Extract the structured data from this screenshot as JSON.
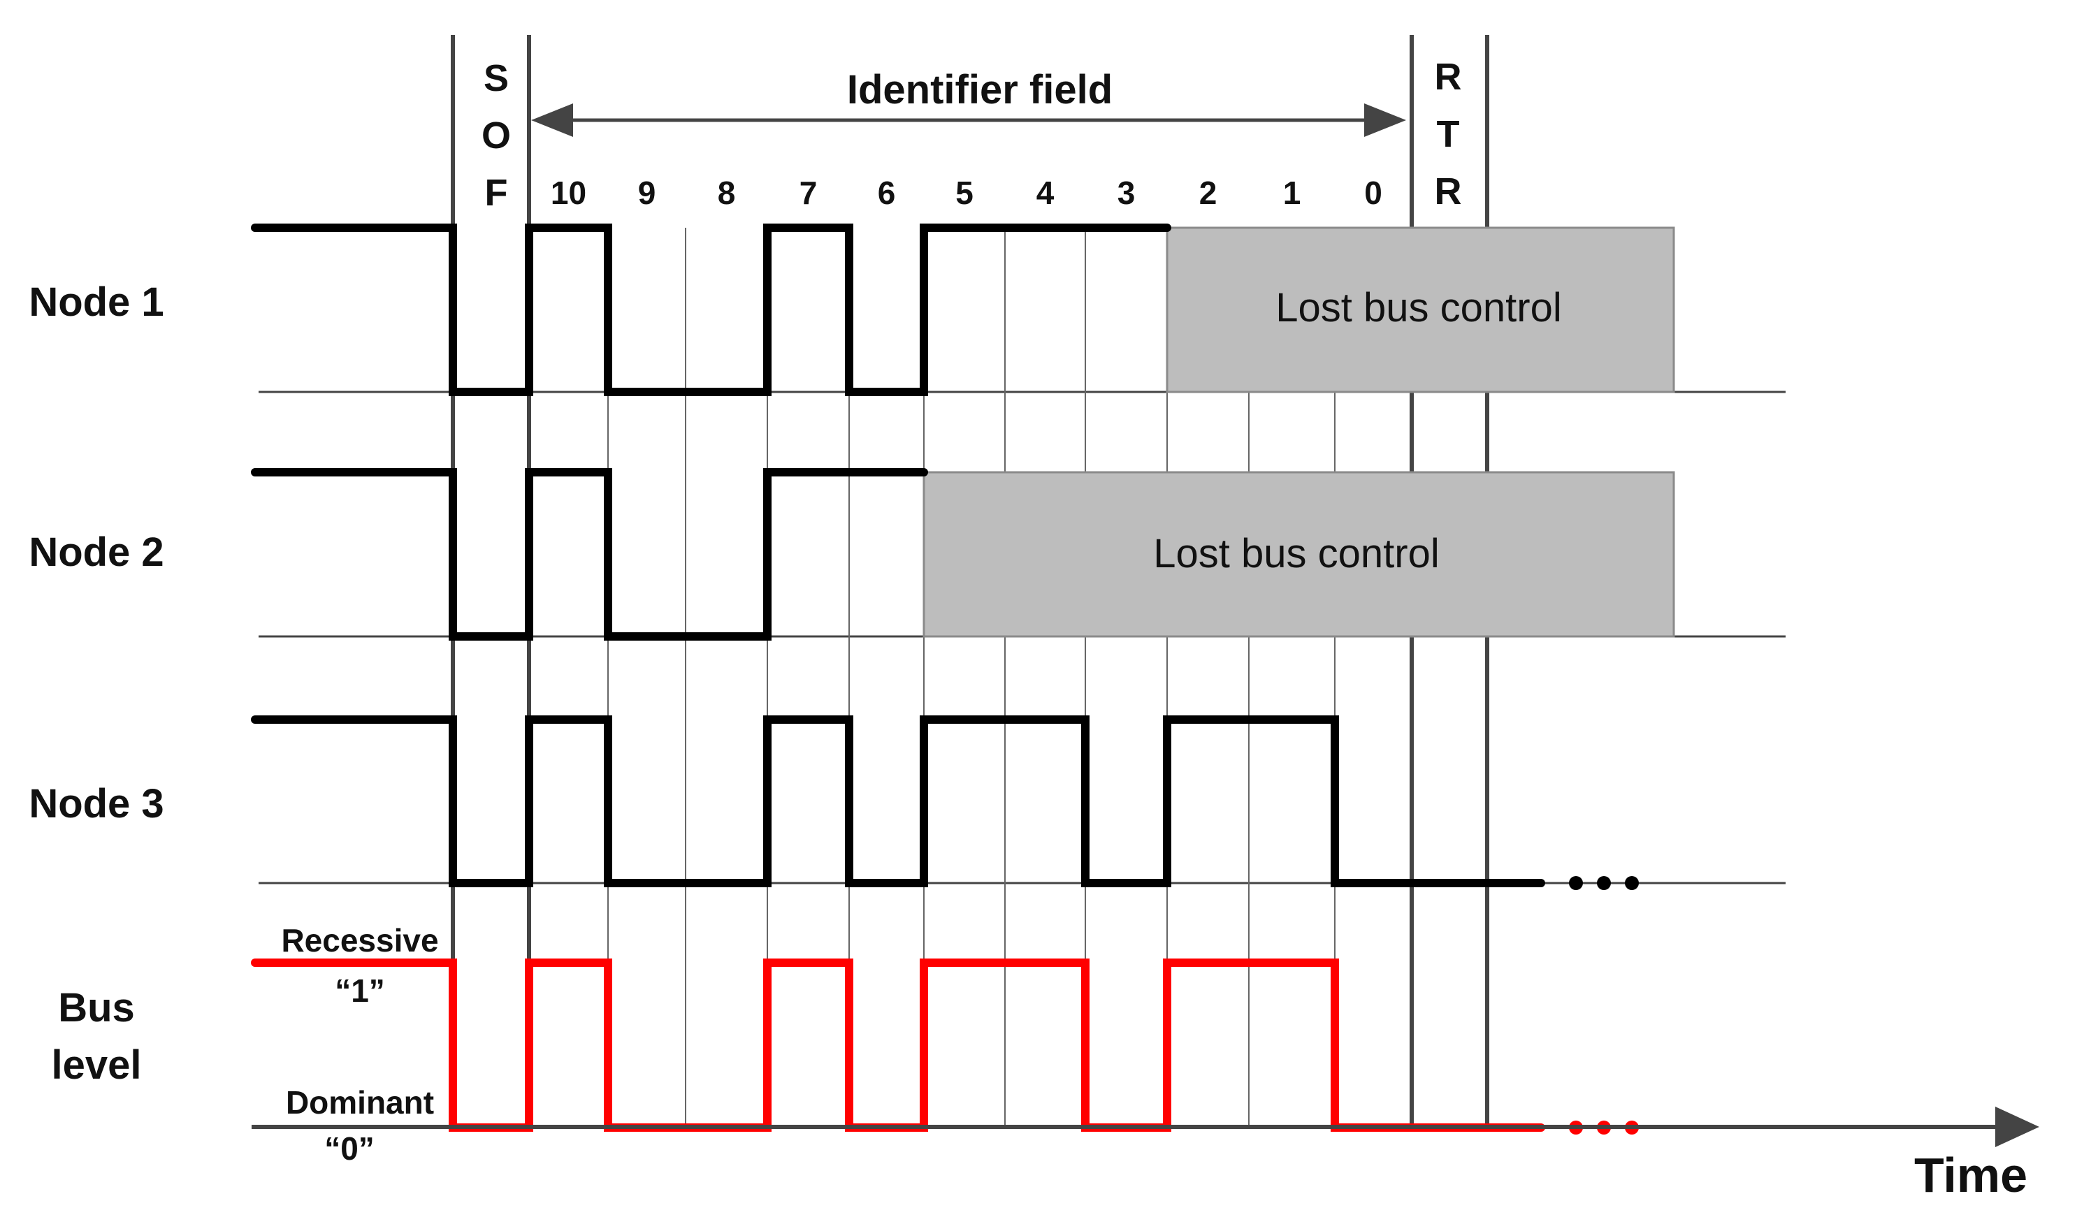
{
  "colors": {
    "signal": "#000000",
    "bus": "#ff0000",
    "grid": "#555555",
    "lost_fill": "#bdbdbd",
    "lost_stroke": "#8a8a8a",
    "arrow": "#444444"
  },
  "header": {
    "sof_letters": [
      "S",
      "O",
      "F"
    ],
    "rtr_letters": [
      "R",
      "T",
      "R"
    ],
    "identifier_field": "Identifier field",
    "bit_numbers": [
      "10",
      "9",
      "8",
      "7",
      "6",
      "5",
      "4",
      "3",
      "2",
      "1",
      "0"
    ]
  },
  "rows": [
    {
      "label": "Node 1",
      "bits": [
        1,
        0,
        0,
        1,
        0,
        1,
        1,
        1
      ],
      "lost_label": "Lost bus control"
    },
    {
      "label": "Node 2",
      "bits": [
        1,
        0,
        0,
        1,
        1
      ],
      "lost_label": "Lost bus control"
    },
    {
      "label": "Node 3",
      "bits": [
        1,
        0,
        0,
        1,
        0,
        1,
        1,
        0,
        1,
        1,
        0,
        0
      ]
    }
  ],
  "bus": {
    "label_line1": "Bus",
    "label_line2": "level",
    "recessive_label": "Recessive",
    "recessive_value": "“1”",
    "dominant_label": "Dominant",
    "dominant_value": "“0”",
    "bits": [
      1,
      0,
      0,
      1,
      0,
      1,
      1,
      0,
      1,
      1,
      0,
      0
    ]
  },
  "time_label": "Time",
  "continuation": "…"
}
